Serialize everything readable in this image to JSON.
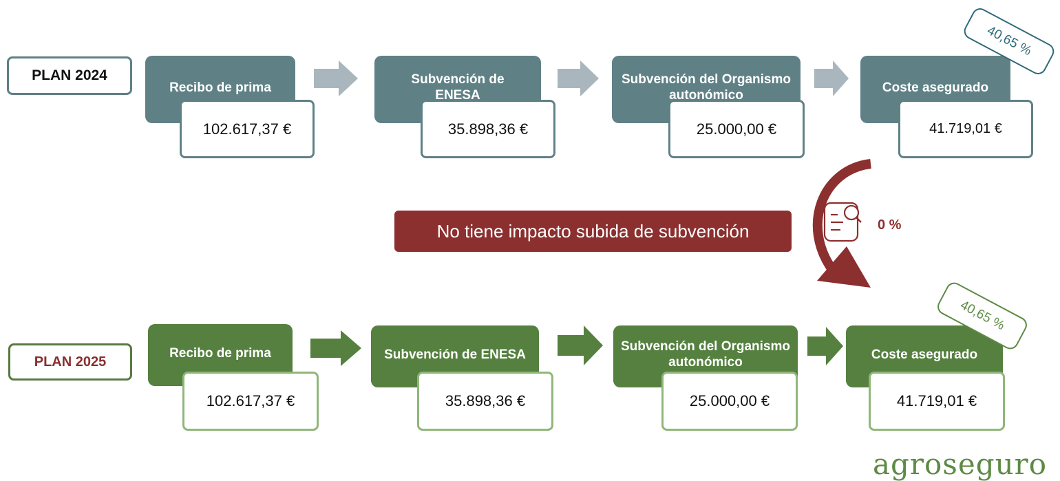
{
  "colors": {
    "plan2024": "#5f8186",
    "plan2025": "#55803f",
    "accent": "#8c2f2f",
    "arrow2024": "#a9b6bd",
    "arrow2025": "#55803f"
  },
  "plan2024": {
    "label": "PLAN 2024",
    "steps": [
      {
        "title": "Recibo de prima",
        "value": "102.617,37 €"
      },
      {
        "title": "Subvención de ENESA",
        "value": "35.898,36 €"
      },
      {
        "title": "Subvención del Organismo autonómico",
        "value": "25.000,00 €"
      },
      {
        "title": "Coste asegurado",
        "value": "41.719,01 €"
      }
    ],
    "percentage": "40,65 %"
  },
  "plan2025": {
    "label": "PLAN 2025",
    "steps": [
      {
        "title": "Recibo de prima",
        "value": "102.617,37 €"
      },
      {
        "title": "Subvención de ENESA",
        "value": "35.898,36 €"
      },
      {
        "title": "Subvención del Organismo autonómico",
        "value": "25.000,00 €"
      },
      {
        "title": "Coste asegurado",
        "value": "41.719,01 €"
      }
    ],
    "percentage": "40,65 %"
  },
  "banner": "No tiene impacto subida de subvención",
  "change": {
    "value": "0 %",
    "icon": "document-search-icon"
  },
  "logo": "agroseguro"
}
